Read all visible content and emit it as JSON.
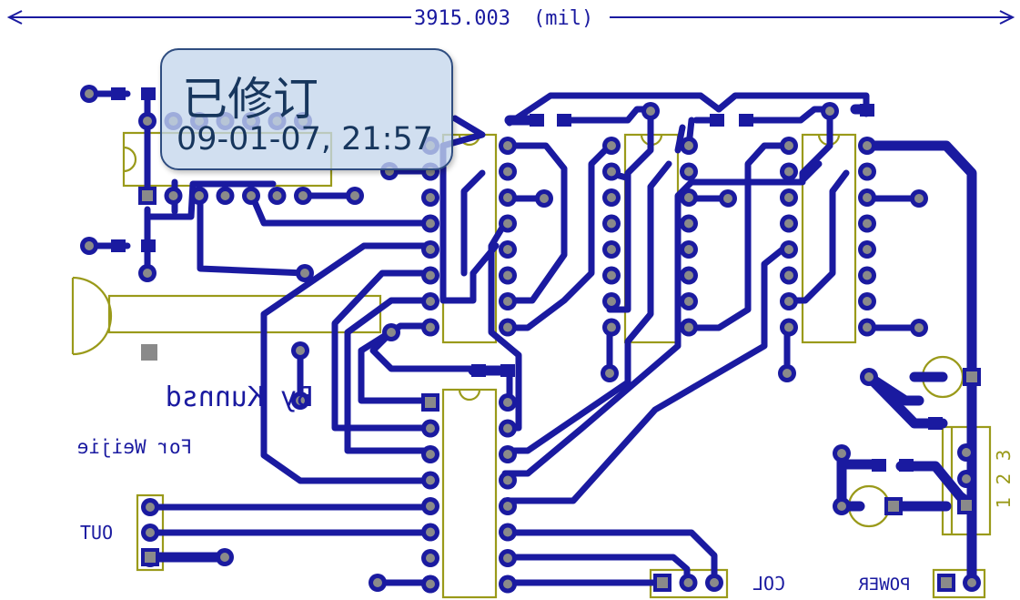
{
  "dimension": {
    "value": "3915.003",
    "unit": "(mil)"
  },
  "stamp": {
    "title": "已修订",
    "date": "09-01-07, 21:57"
  },
  "texts": {
    "author": "By Kunnsd",
    "recipient": "For Weijie",
    "out": "OUT",
    "col": "COL",
    "power": "POWER",
    "pin1": "1",
    "pin2": "2",
    "pin3": "3"
  },
  "colors": {
    "copper": "#1a1aa0",
    "silkscreen": "#9a9a1a",
    "pad_hole": "#8a8a8a",
    "stamp_fill": "#c4d6ec",
    "stamp_border": "#2f4d80",
    "stamp_text": "#17365d"
  }
}
